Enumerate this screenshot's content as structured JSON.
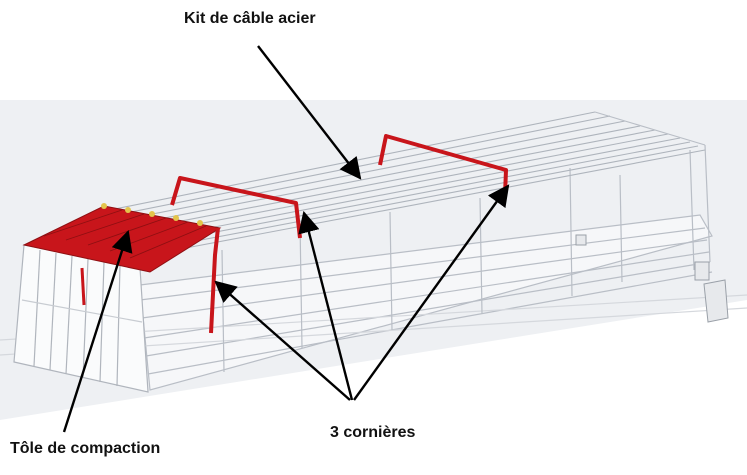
{
  "labels": {
    "cable_kit": "Kit de câble acier",
    "corners": "3 cornières",
    "compaction_plate": "Tôle de compaction"
  },
  "colors": {
    "background": "#ffffff",
    "grey_band": "#eef0f3",
    "frame_line": "#b9bec6",
    "highlight_red": "#c8151b",
    "highlight_red_dark": "#8e0f12",
    "arrow": "#000000"
  }
}
